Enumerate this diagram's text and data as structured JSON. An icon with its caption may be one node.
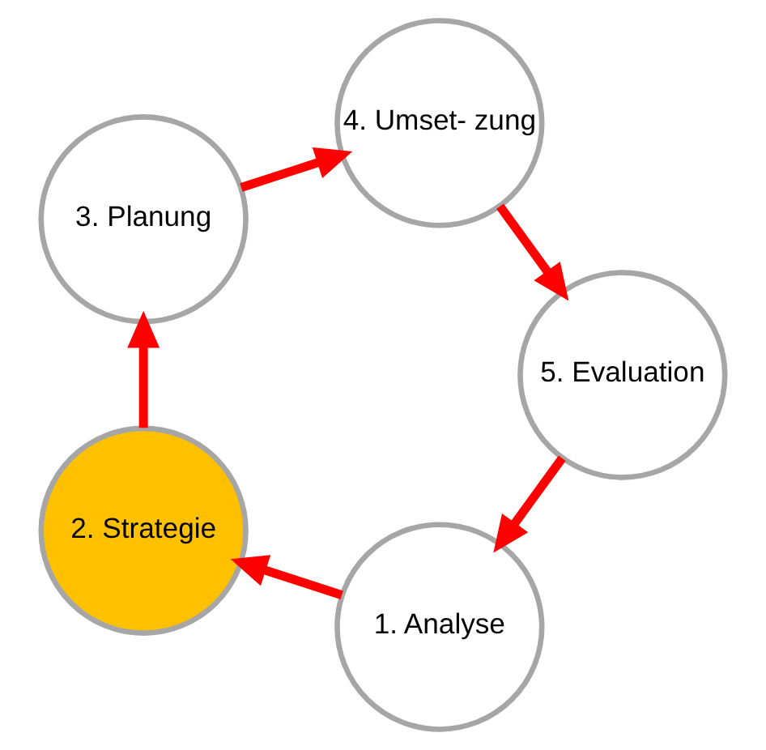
{
  "diagram": {
    "nodes": [
      {
        "text": [
          "1. Analyse"
        ]
      },
      {
        "text": [
          "2. Strategie"
        ]
      },
      {
        "text": [
          "3. Planung"
        ]
      },
      {
        "text": [
          "4. Umset- zung"
        ]
      },
      {
        "text": [
          "5. Evaluation"
        ]
      }
    ],
    "edges": [
      {
        "from": 0,
        "to": 1,
        "arrow": "to"
      },
      {
        "from": 1,
        "to": 2,
        "arrow": "to"
      },
      {
        "from": 2,
        "to": 3,
        "arrow": "to"
      },
      {
        "from": 3,
        "to": 4,
        "arrow": "to"
      },
      {
        "from": 4,
        "to": 0,
        "arrow": "to"
      }
    ]
  }
}
